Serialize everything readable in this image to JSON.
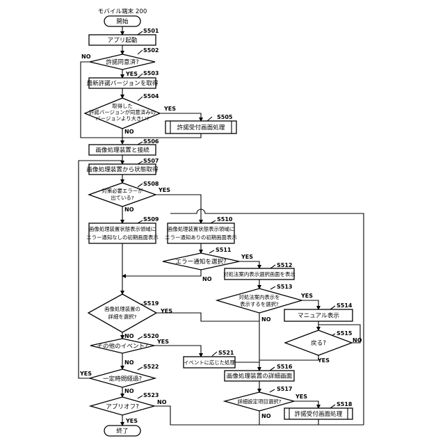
{
  "title": "モバイル端末 200",
  "nodes": {
    "start": {
      "text": "開始"
    },
    "s501": {
      "label": "S501",
      "text": "アプリ起動"
    },
    "s502": {
      "label": "S502",
      "text": "許諾同意済?"
    },
    "s503": {
      "label": "S503",
      "text": "最新許諾バージョンを取得"
    },
    "s504": {
      "label": "S504",
      "line1": "取得した",
      "line2": "許諾バージョンが同意済みの",
      "line3": "バージョンより大きい?"
    },
    "s505": {
      "label": "S505",
      "text": "許諾受付画面処理"
    },
    "s506": {
      "label": "S506",
      "text": "画像処理装置と接続"
    },
    "s507": {
      "label": "S507",
      "text": "画像処理装置から状態取得"
    },
    "s508": {
      "label": "S508",
      "line1": "対策必要エラーが",
      "line2": "出ている?"
    },
    "s509": {
      "label": "S509",
      "line1": "画像処理装置状態表示領域に",
      "line2": "エラー通知なしの初期画面表示"
    },
    "s510": {
      "label": "S510",
      "line1": "画像処理装置状態表示領域に",
      "line2": "エラー通知ありの初期画面表示"
    },
    "s511": {
      "label": "S511",
      "text": "エラー通知を選択?"
    },
    "s512": {
      "label": "S512",
      "text": "対処法案内表示選択画面を表示"
    },
    "s513": {
      "label": "S513",
      "line1": "対処法案内表示を",
      "line2": "表示するを選択?"
    },
    "s514": {
      "label": "S514",
      "text": "マニュアル表示"
    },
    "s515": {
      "label": "S515",
      "text": "戻る?"
    },
    "s516": {
      "label": "S516",
      "text": "画像処理装置の詳細画面"
    },
    "s517": {
      "label": "S517",
      "text": "詳細設定項目選択?"
    },
    "s518": {
      "label": "S518",
      "text": "許諾受付画面処理"
    },
    "s519": {
      "label": "S519",
      "line1": "画像処理装置の",
      "line2": "詳細を選択?"
    },
    "s520": {
      "label": "S520",
      "text": "その他のイベント?"
    },
    "s521": {
      "label": "S521",
      "text": "イベントに応じた処理"
    },
    "s522": {
      "label": "S522",
      "text": "一定時間経過?"
    },
    "s523": {
      "label": "S523",
      "text": "アプリオフ?"
    },
    "end": {
      "text": "終了"
    }
  },
  "branch": {
    "yes": "YES",
    "no": "NO"
  }
}
